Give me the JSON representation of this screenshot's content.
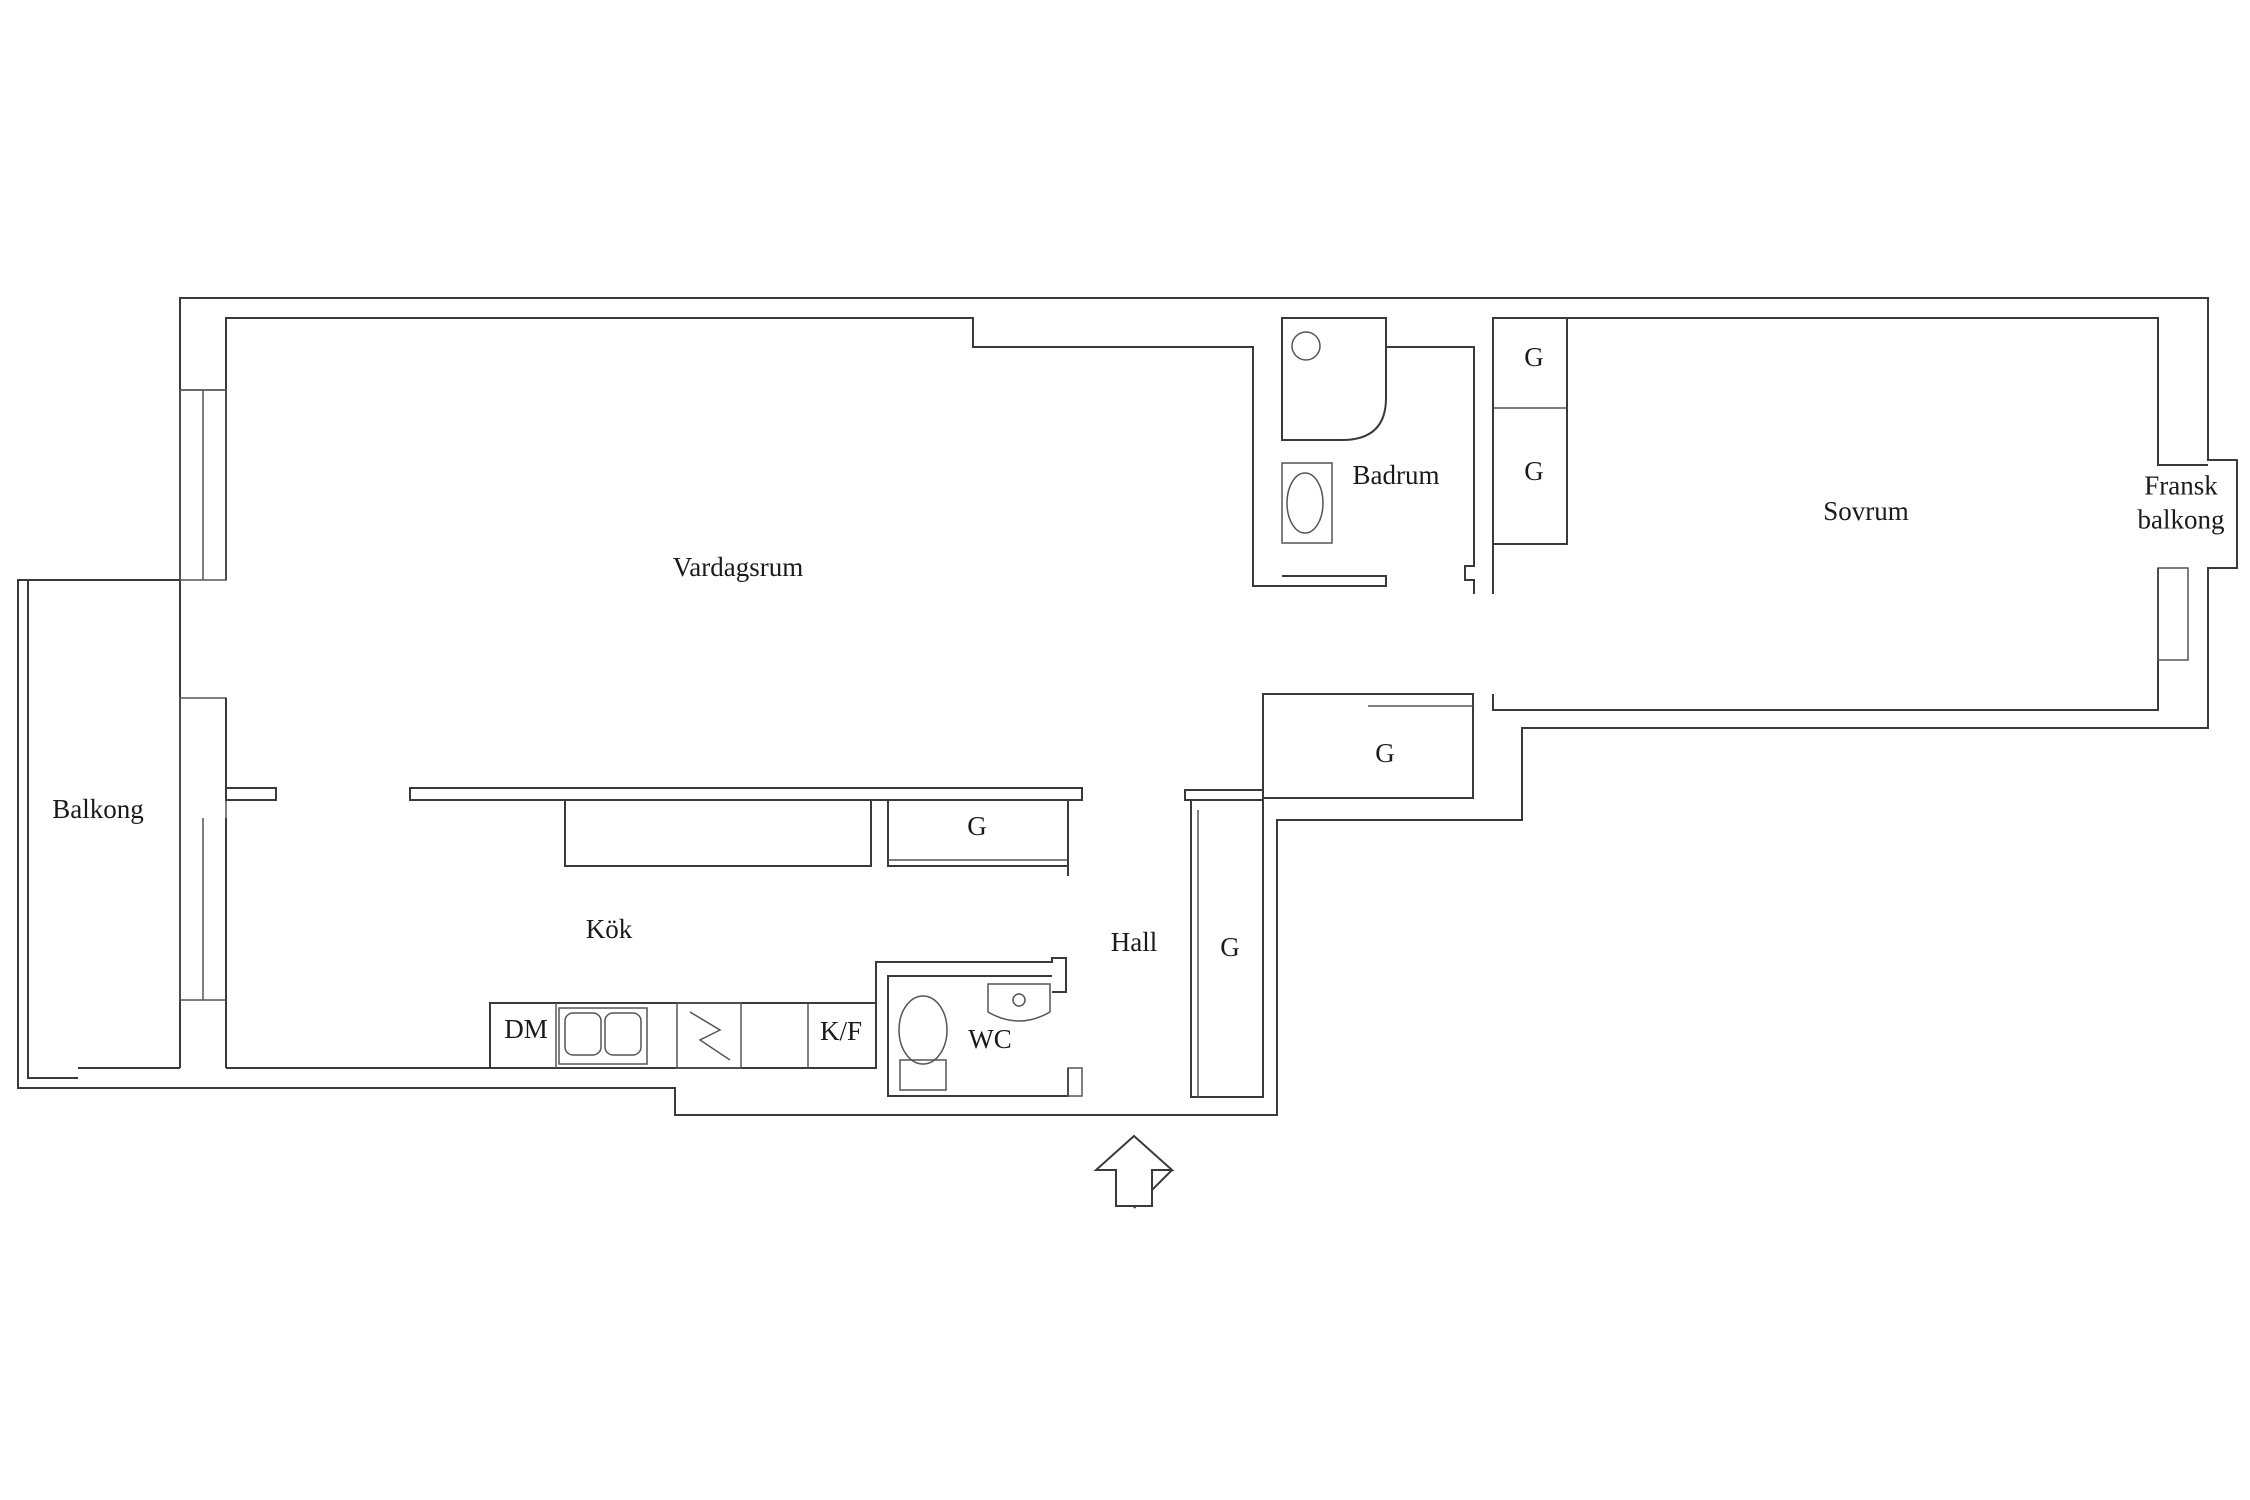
{
  "rooms": {
    "vardagsrum": "Vardagsrum",
    "badrum": "Badrum",
    "sovrum": "Sovrum",
    "balkong": "Balkong",
    "kok": "Kök",
    "hall": "Hall",
    "wc": "WC",
    "fransk_balkong": [
      "Fransk",
      "balkong"
    ]
  },
  "fixtures": {
    "dm": "DM",
    "kf": "K/F",
    "wardrobe": "G"
  }
}
